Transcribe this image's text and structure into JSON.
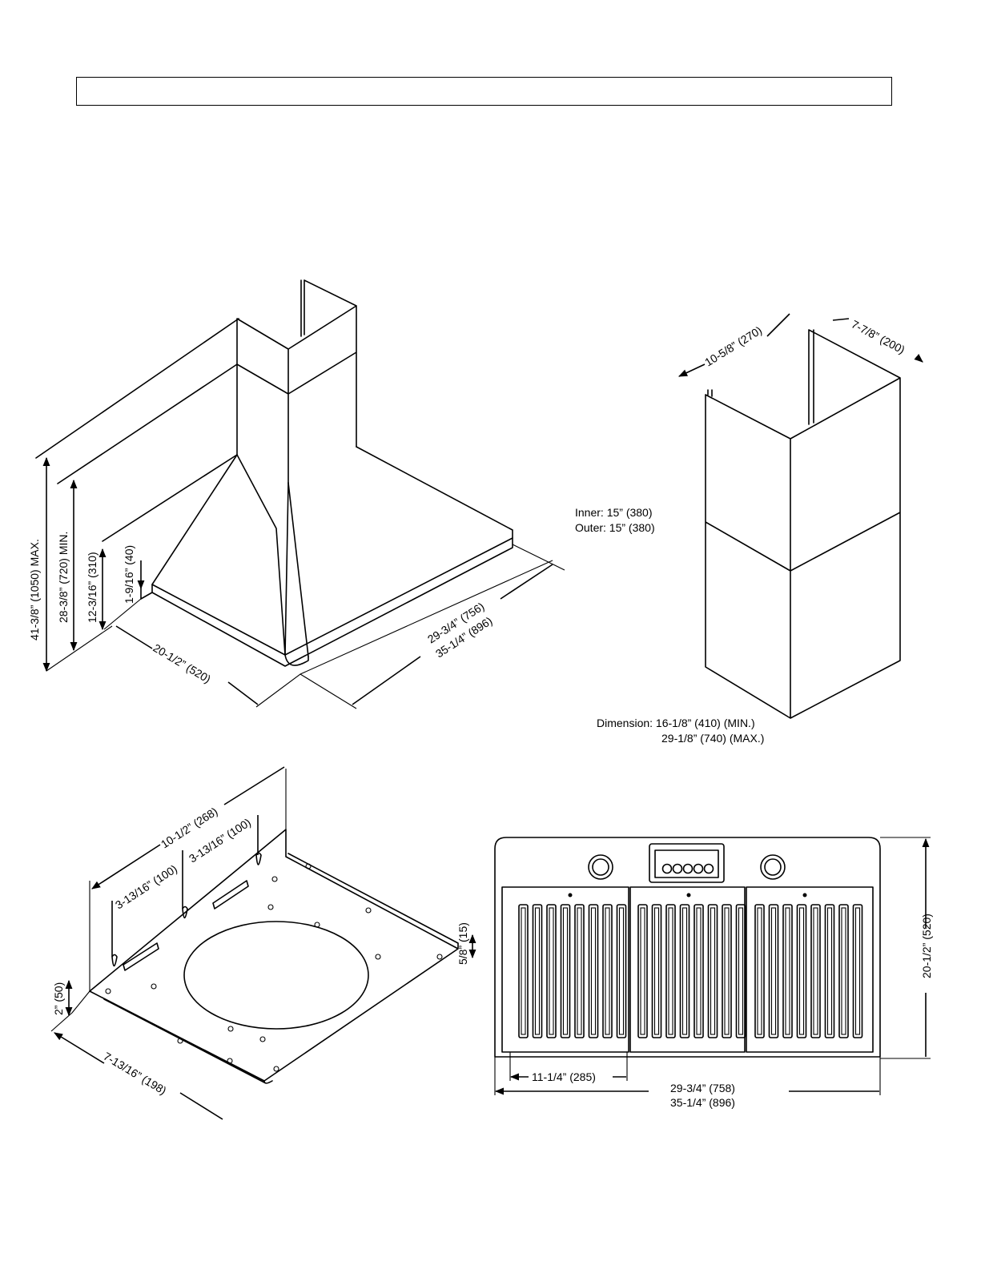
{
  "header": {
    "title": ""
  },
  "hood_iso": {
    "dims": {
      "max_height": "41-3/8” (1050) MAX.",
      "min_height": "28-3/8” (720) MIN.",
      "canopy_height": "12-3/16” (310)",
      "lip_height": "1-9/16” (40)",
      "depth": "20-1/2” (520)",
      "width_inner": "29-3/4” (756)",
      "width_outer": "35-1/4” (896)"
    }
  },
  "chimney": {
    "dims": {
      "depth": "10-5/8” (270)",
      "width": "7-7/8” (200)"
    },
    "inner_label": "Inner: 15” (380)",
    "outer_label": "Outer: 15” (380)",
    "dimension_label": "Dimension: 16-1/8” (410) (MIN.)",
    "dimension_max": "29-1/8” (740) (MAX.)"
  },
  "bracket": {
    "dims": {
      "length": "10-1/2” (268)",
      "spacing_a": "3-13/16” (100)",
      "spacing_b": "3-13/16” (100)",
      "height": "2” (50)",
      "depth": "7-13/16” (198)",
      "flange": "5/8” (15)"
    }
  },
  "bottom_view": {
    "dims": {
      "height": "20-1/2” (520)",
      "filter_width": "11-1/4” (285)",
      "width_inner": "29-3/4” (758)",
      "width_outer": "35-1/4” (896)"
    }
  }
}
